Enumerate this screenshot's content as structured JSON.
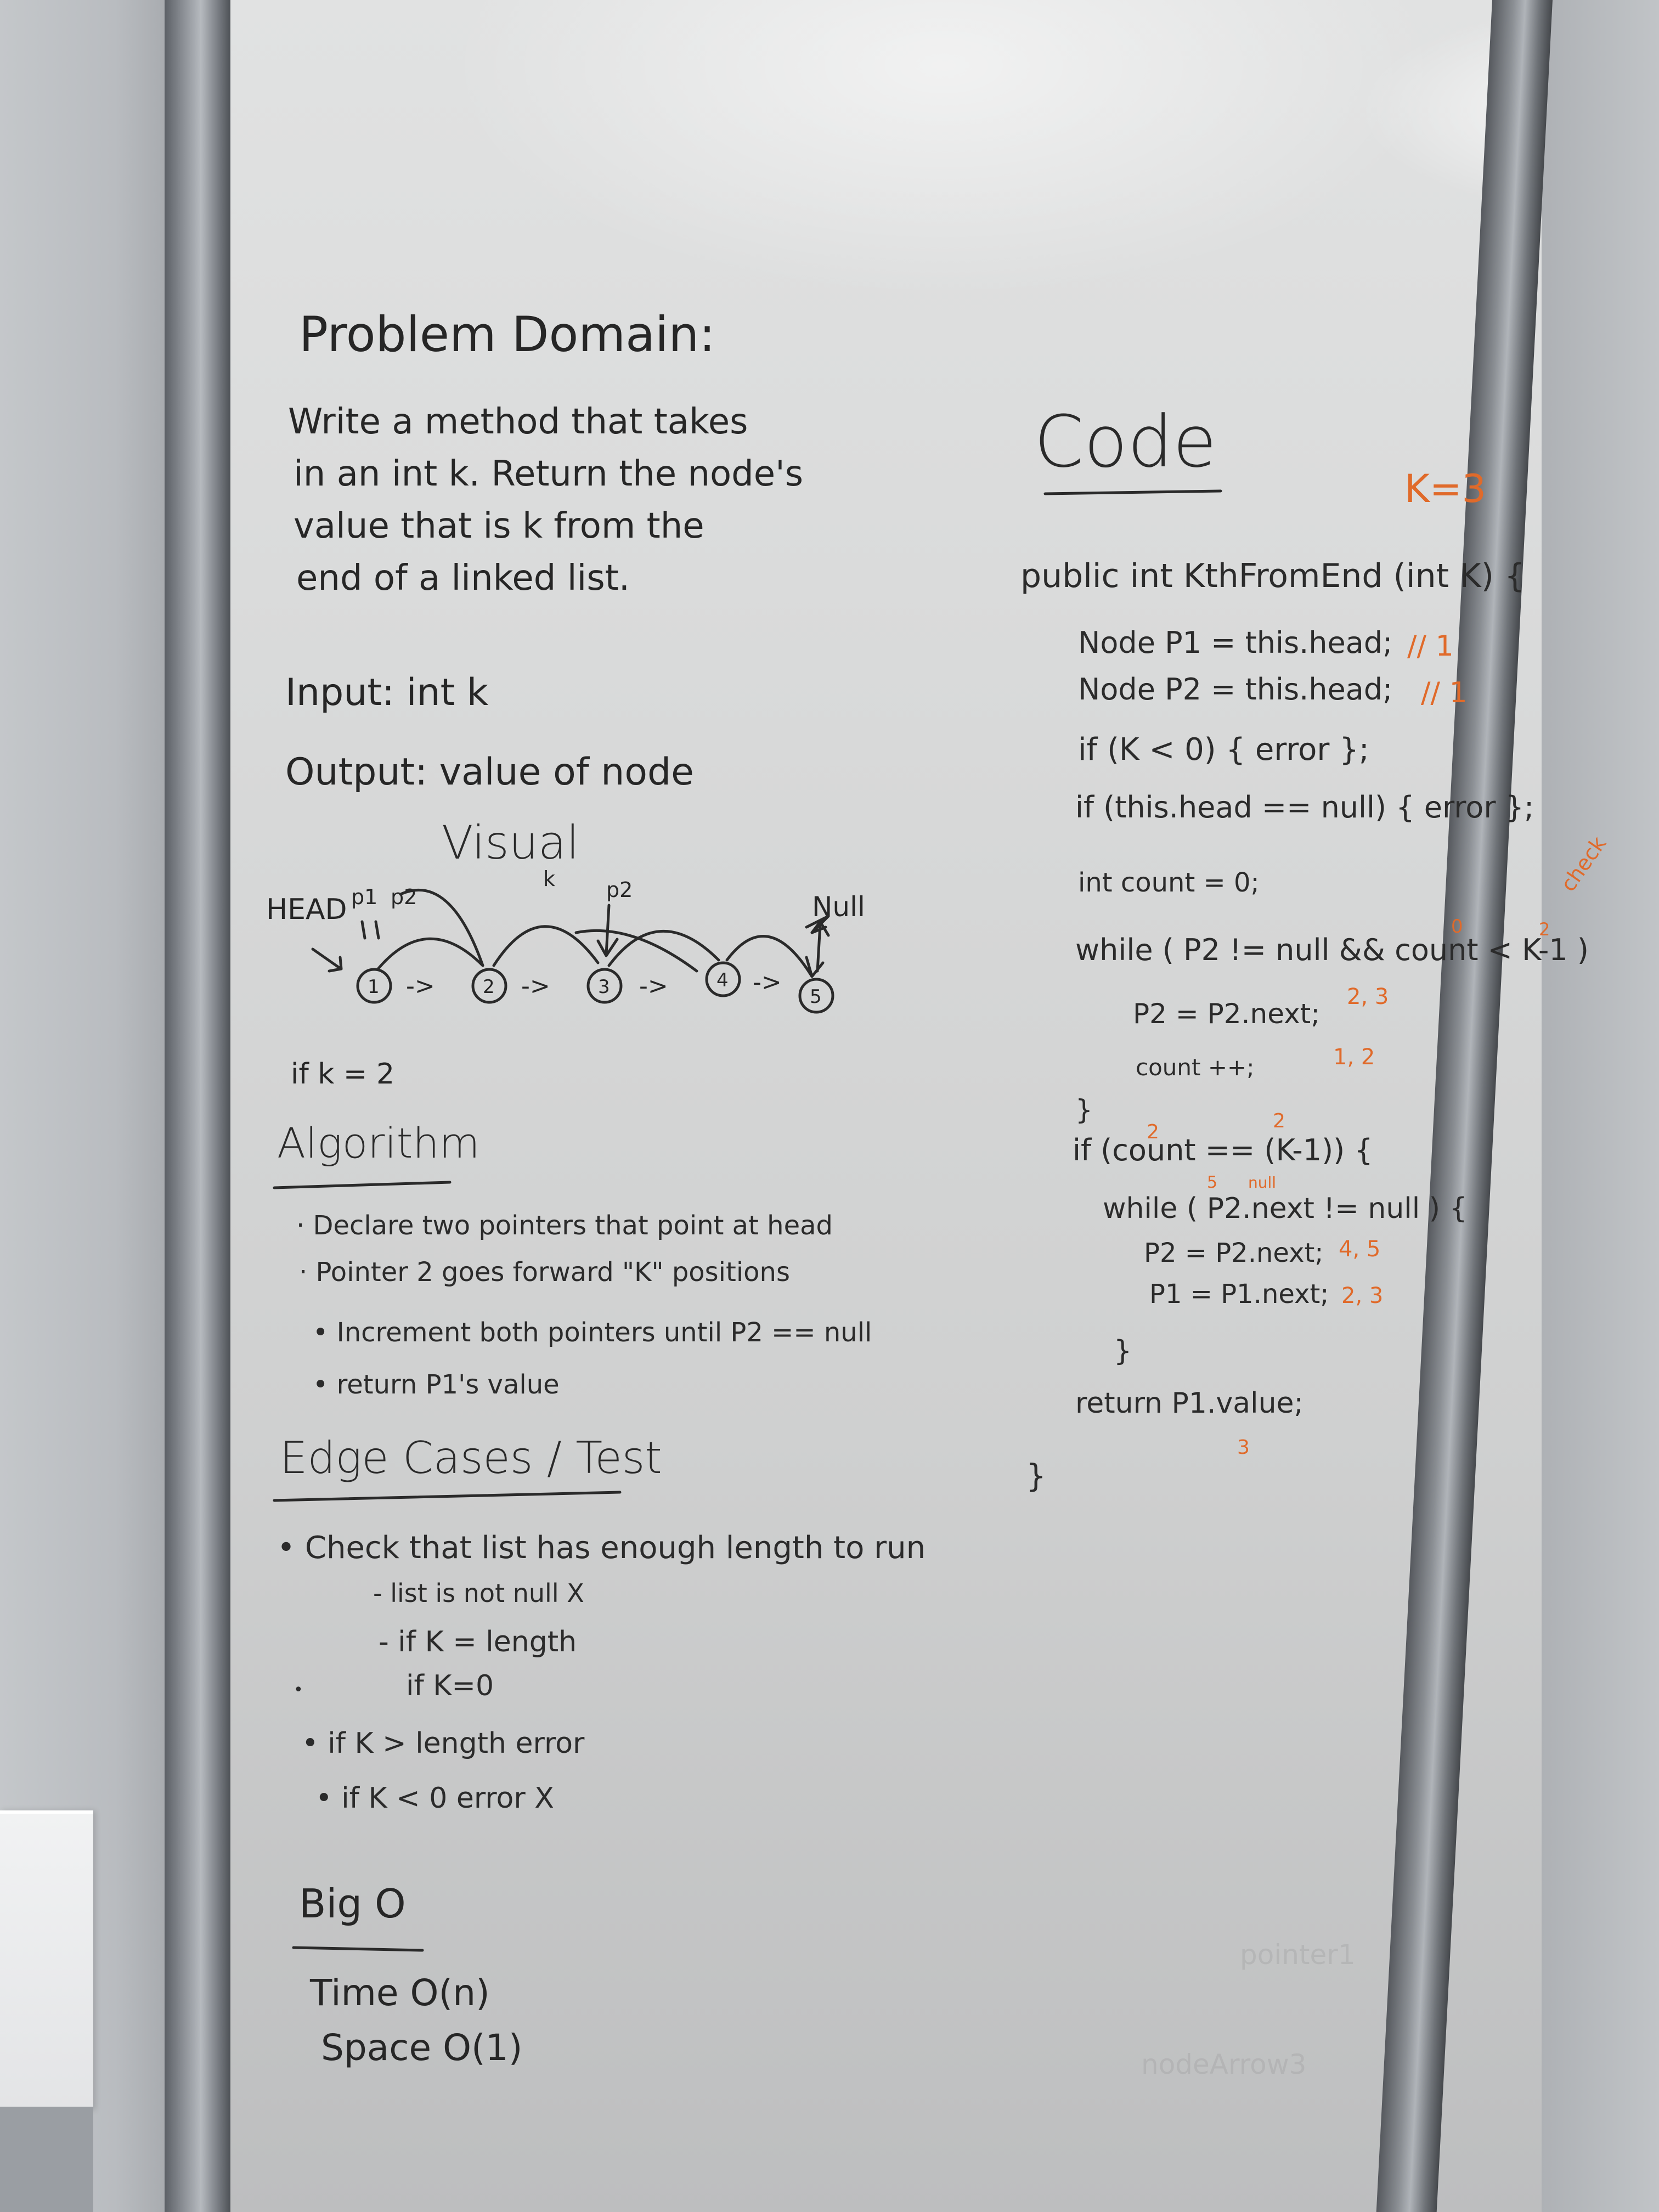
{
  "problem_domain": {
    "heading": "Problem Domain:",
    "lines": [
      "Write a method that takes",
      "in an int k. Return the node's",
      "value that is k from the",
      "end of a linked list."
    ]
  },
  "io": {
    "input": "Input: int k",
    "output": "Output: value of node"
  },
  "visual": {
    "heading": "Visual",
    "head_label": "HEAD",
    "pointer_labels": [
      "p1",
      "p2"
    ],
    "k_label": "k",
    "p2_label": "p2",
    "null_label": "Null",
    "nodes": [
      "1",
      "2",
      "3",
      "4",
      "5"
    ],
    "arrow": "->",
    "condition": "if k = 2"
  },
  "algorithm": {
    "heading": "Algorithm",
    "steps": [
      "Declare two pointers that point at head",
      "Pointer 2 goes forward \"K\" positions",
      "Increment both pointers until P2 == null",
      "return P1's value"
    ]
  },
  "edge_cases": {
    "heading": "Edge Cases / Test",
    "items": [
      "Check that list has enough length to run",
      "- list is not null X",
      "- if K = length",
      "if K=0",
      "if K > length error",
      "if K < 0 error X"
    ]
  },
  "big_o": {
    "heading": "Big O",
    "time": "Time O(n)",
    "space": "Space O(1)"
  },
  "code": {
    "heading": "Code",
    "k_note": "K=3",
    "lines": [
      "public int KthFromEnd (int K) {",
      "Node P1 = this.head;",
      "Node P2 = this.head;",
      "if (K < 0) { error };",
      "if (this.head == null) { error };",
      "int count = 0;",
      "while ( P2 != null && count < K-1 )",
      "P2 = P2.next;",
      "count ++;",
      "}",
      "if (count == (K-1)) {",
      "while ( P2.next != null ) {",
      "P2 = P2.next;",
      "P1 = P1.next;",
      "}",
      "return P1.value;",
      "}"
    ],
    "annotations": {
      "p1_trace": "// 1",
      "p2_trace": "// 1",
      "check": "check",
      "count_zero": "0",
      "k_minus_top": "2",
      "p2_next_trace": "2, 3",
      "count_trace": "1, 2",
      "count_eq": "2",
      "k_eq": "2",
      "five": "5",
      "null_small": "null",
      "p2_loop_trace": "4, 5",
      "p1_loop_trace": "2, 3",
      "return_value": "3"
    }
  },
  "ghost_text": [
    "nodeArrow3",
    "pointer1"
  ]
}
